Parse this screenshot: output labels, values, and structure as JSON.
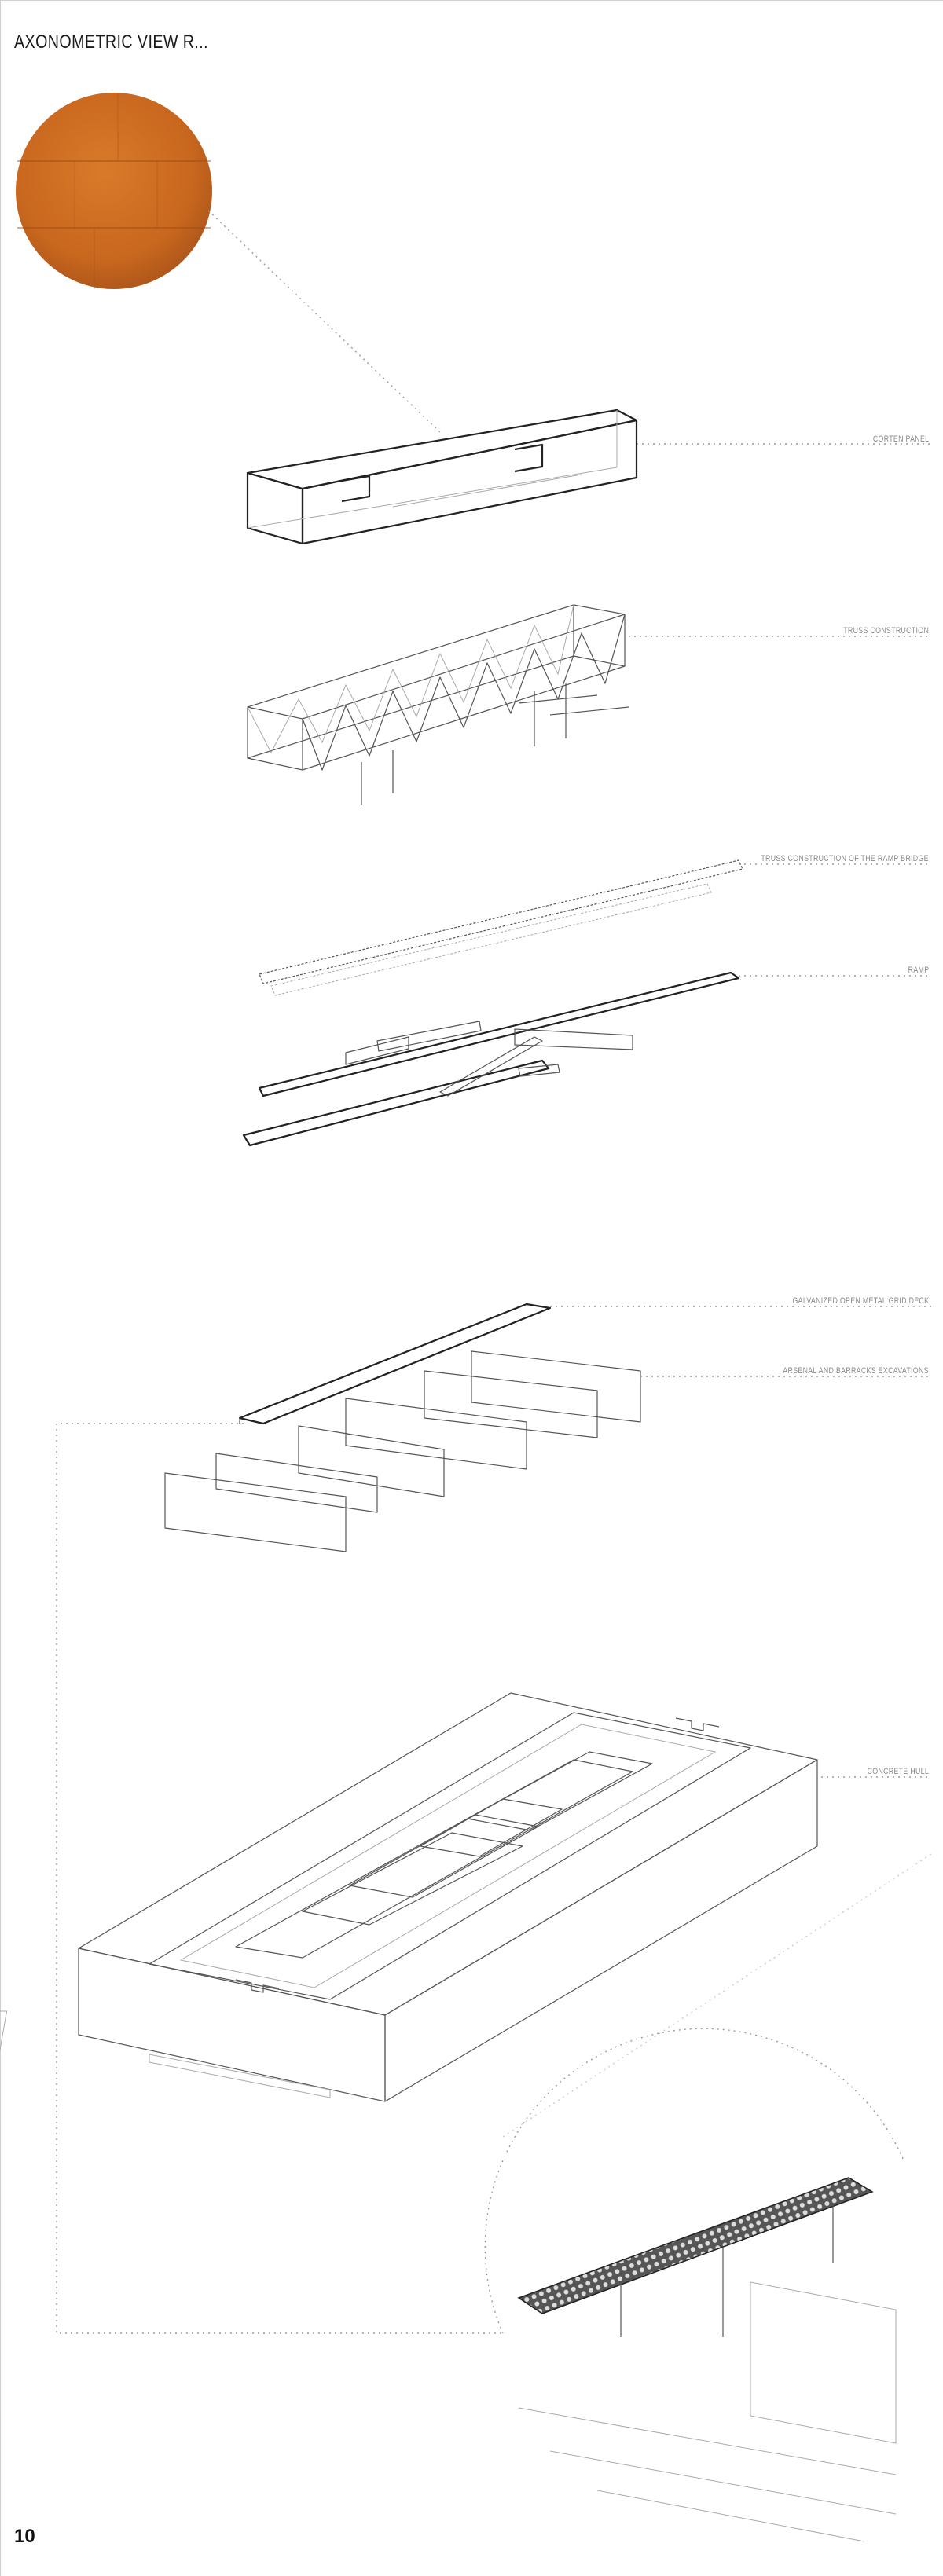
{
  "page": {
    "title": "AXONOMETRIC VIEW R...",
    "number": "10"
  },
  "labels": {
    "corten": "CORTEN panel",
    "truss": "TRUSS CONSTRUCTION",
    "truss_ramp": "TRUSS CONSTRUCTION OF THE RAMP BRIDGE",
    "ramp": "RAMP",
    "deck": "GALVANIZED OPEN METAL GRID DECK",
    "excavations": "ARSENAL AND BARRACKS EXCAVATIONS",
    "hull": "CONCRETE HULL"
  },
  "colors": {
    "corten": "#c8671e",
    "corten_dark": "#a9531a",
    "line": "#222222",
    "leader": "#9a9a9a"
  }
}
